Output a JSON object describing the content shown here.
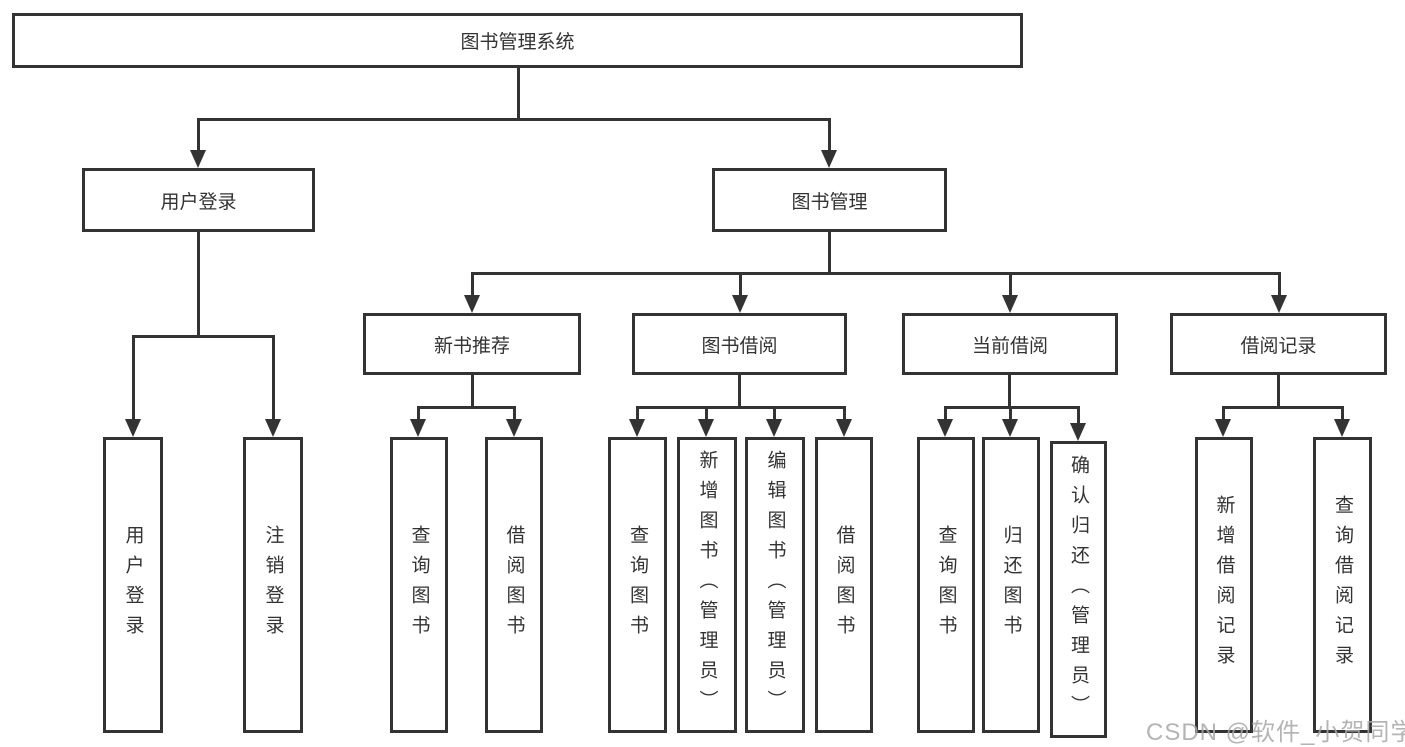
{
  "tree": {
    "label": "图书管理系统",
    "children": [
      {
        "label": "用户登录",
        "children": [
          {
            "label": "用户登录"
          },
          {
            "label": "注销登录"
          }
        ]
      },
      {
        "label": "图书管理",
        "children": [
          {
            "label": "新书推荐",
            "children": [
              {
                "label": "查询图书"
              },
              {
                "label": "借阅图书"
              }
            ]
          },
          {
            "label": "图书借阅",
            "children": [
              {
                "label": "查询图书"
              },
              {
                "label": "新增图书（管理员）"
              },
              {
                "label": "编辑图书（管理员）"
              },
              {
                "label": "借阅图书"
              }
            ]
          },
          {
            "label": "当前借阅",
            "children": [
              {
                "label": "查询图书"
              },
              {
                "label": "归还图书"
              },
              {
                "label": "确认归还（管理员）"
              }
            ]
          },
          {
            "label": "借阅记录",
            "children": [
              {
                "label": "新增借阅记录"
              },
              {
                "label": "查询借阅记录"
              }
            ]
          }
        ]
      }
    ]
  },
  "watermark": {
    "text": "CSDN @软件_小贺同学"
  },
  "colors": {
    "line": "#333333",
    "box_border": "#333333",
    "text": "#333333",
    "background": "#ffffff",
    "watermark": "#a8a8a8"
  }
}
